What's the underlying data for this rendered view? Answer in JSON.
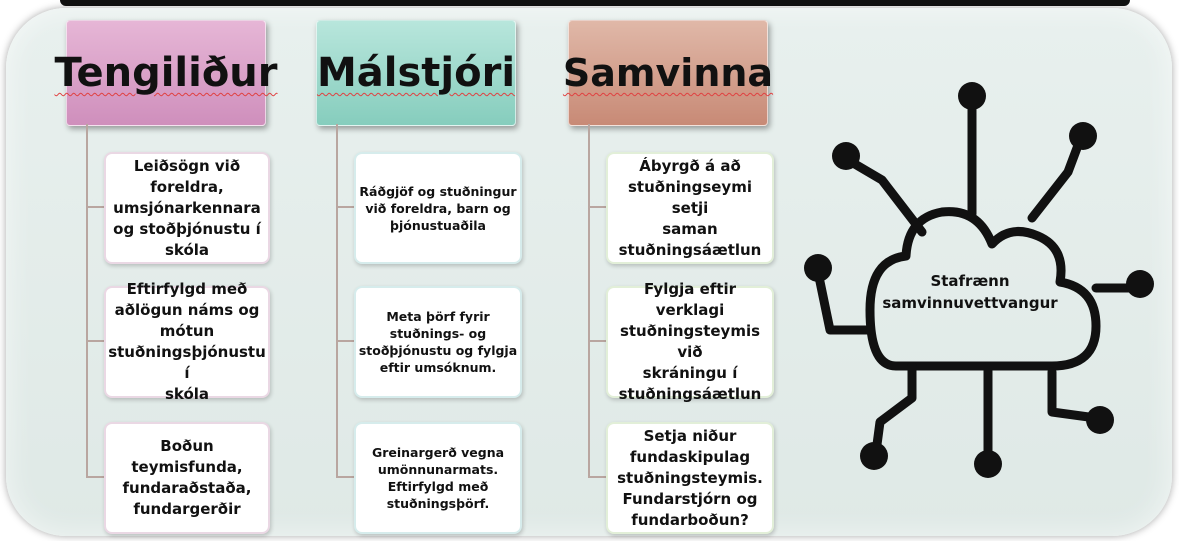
{
  "columns": [
    {
      "title": "Tengiliður",
      "items": [
        "Leiðsögn við\nforeldra,\numsjónarkennara\nog stoðþjónustu í\nskóla",
        "Eftirfylgd með\naðlögun náms og\nmótun\nstuðningsþjónustu í\nskóla",
        "Boðun\nteymisfunda,\nfundaraðstaða,\nfundargerðir"
      ]
    },
    {
      "title": "Málstjóri",
      "items": [
        "Ráðgjöf og stuðningur\nvið foreldra, barn og\nþjónustuaðila",
        "Meta þörf fyrir\nstuðnings- og\nstoðþjónustu og fylgja\neftir umsóknum.",
        "Greinargerð vegna\numönnunarmats.\nEftirfylgd með\nstuðningsþörf."
      ]
    },
    {
      "title": "Samvinna",
      "items": [
        "Ábyrgð á að\nstuðningseymi setji\nsaman\nstuðningsáætlun",
        "Fylgja eftir verklagi\nstuðningsteymis við\nskráningu í\nstuðningsáætlun",
        "Setja niður\nfundaskipulag\nstuðningsteymis.\nFundarstjórn og\nfundarboðun?"
      ]
    }
  ],
  "cloud": {
    "label": "Stafrænn\nsamvinnuvettvangur",
    "icon": "cloud-network-icon"
  },
  "colors": {
    "panel": "#e3ece9",
    "tengilidur": "#d89cc6",
    "malstjori": "#98d5c7",
    "samvinna": "#d29a86"
  }
}
